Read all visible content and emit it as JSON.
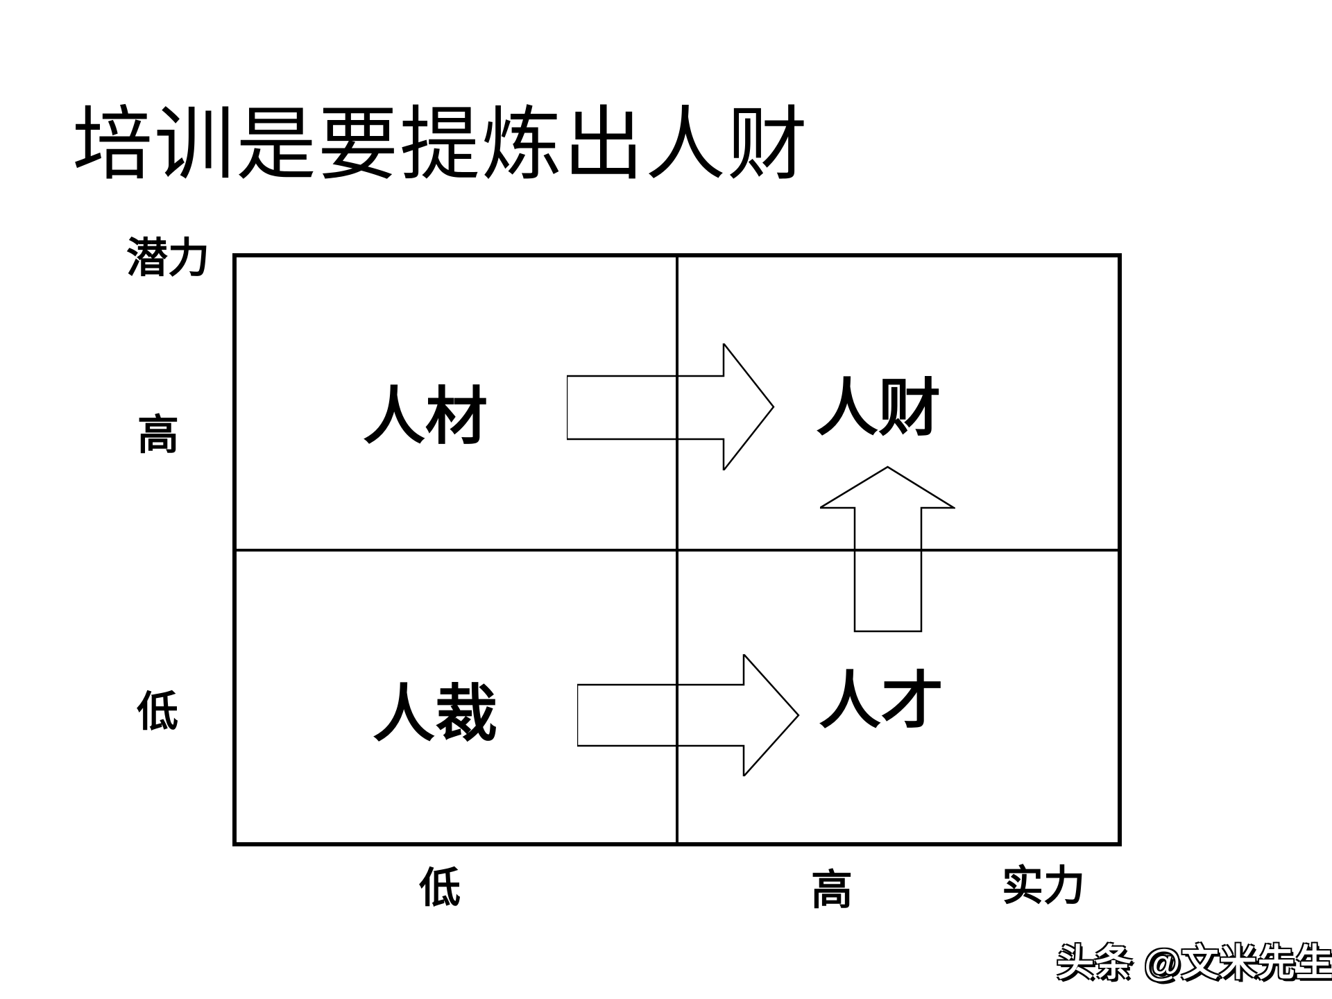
{
  "slide": {
    "title": "培训是要提炼出人财",
    "watermark": "头条 @文米先生"
  },
  "matrix": {
    "y_axis": {
      "label": "潜力",
      "high": "高",
      "low": "低"
    },
    "x_axis": {
      "label": "实力",
      "low": "低",
      "high": "高"
    },
    "quadrants": {
      "top_left": "人材",
      "top_right": "人财",
      "bottom_left": "人裁",
      "bottom_right": "人才"
    },
    "arrows": [
      {
        "from": "人材",
        "to": "人财",
        "direction": "right"
      },
      {
        "from": "人裁",
        "to": "人才",
        "direction": "right"
      },
      {
        "from": "人才",
        "to": "人财",
        "direction": "up"
      }
    ],
    "colors": {
      "line": "#000000",
      "background": "#ffffff",
      "text": "#000000"
    }
  }
}
